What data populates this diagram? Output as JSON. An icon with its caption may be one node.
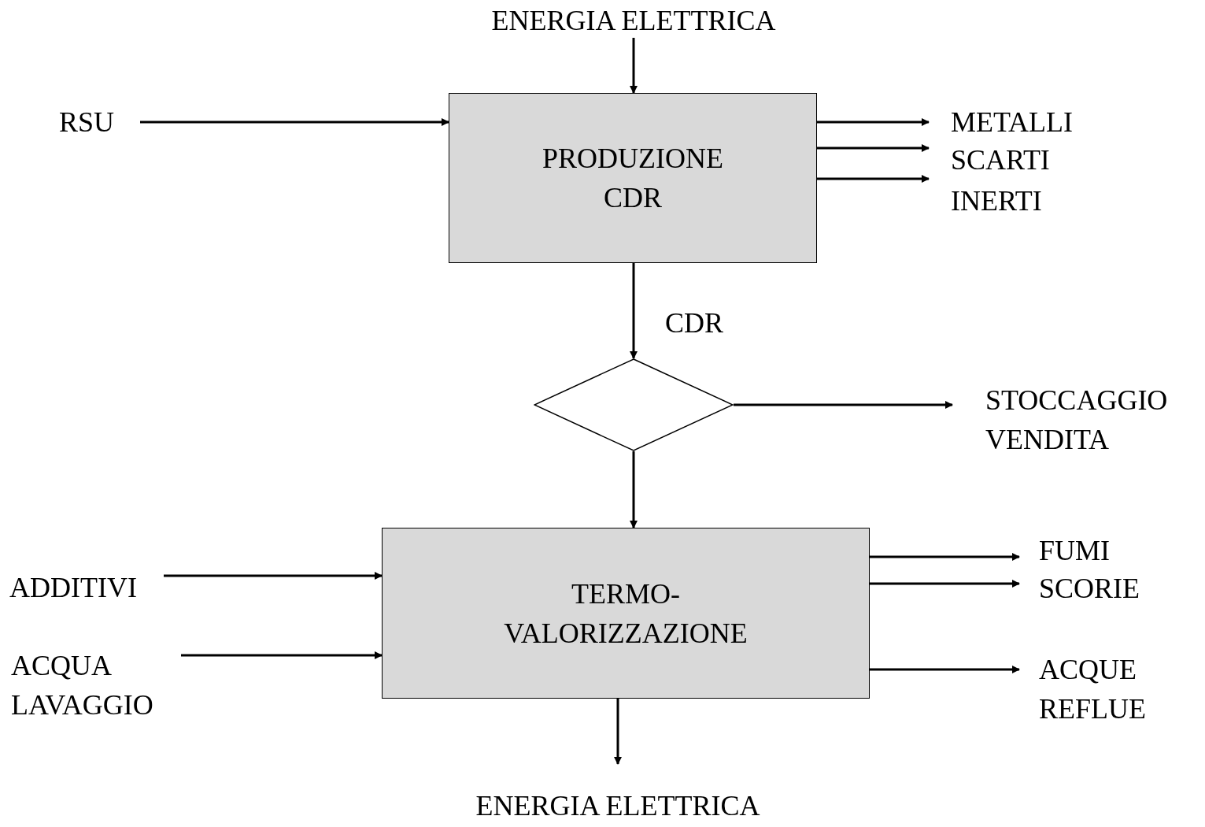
{
  "diagram": {
    "nodes": [
      {
        "text": [
          "ENERGIA ELETTRICA"
        ]
      },
      {
        "text": [
          "RSU"
        ]
      },
      {
        "text": [
          "PRODUZIONE CDR"
        ]
      },
      {
        "text": [
          "METALLI"
        ]
      },
      {
        "text": [
          "SCARTI"
        ]
      },
      {
        "text": [
          "INERTI"
        ]
      },
      {
        "text": [],
        "shape": "diamond"
      },
      {
        "text": [
          "STOCCAGGIO VENDITA"
        ]
      },
      {
        "text": [
          "TERMO- VALORIZZAZIONE"
        ]
      },
      {
        "text": [
          "ADDITIVI"
        ]
      },
      {
        "text": [
          "ACQUA LAVAGGIO"
        ]
      },
      {
        "text": [
          "FUMI"
        ]
      },
      {
        "text": [
          "SCORIE"
        ]
      },
      {
        "text": [
          "ACQUE REFLUE"
        ]
      },
      {
        "text": [
          "ENERGIA ELETTRICA"
        ]
      }
    ],
    "edges": [
      {
        "from": 0,
        "to": 2,
        "arrow": "to"
      },
      {
        "from": 1,
        "to": 2,
        "arrow": "to"
      },
      {
        "from": 2,
        "to": 3,
        "arrow": "to"
      },
      {
        "from": 2,
        "to": 4,
        "arrow": "to"
      },
      {
        "from": 2,
        "to": 5,
        "arrow": "to"
      },
      {
        "from": 2,
        "to": 6,
        "arrow": "to",
        "label": "CDR"
      },
      {
        "from": 6,
        "to": 7,
        "arrow": "to"
      },
      {
        "from": 6,
        "to": 8,
        "arrow": "to"
      },
      {
        "from": 9,
        "to": 8,
        "arrow": "to"
      },
      {
        "from": 10,
        "to": 8,
        "arrow": "to"
      },
      {
        "from": 8,
        "to": 11,
        "arrow": "to"
      },
      {
        "from": 8,
        "to": 12,
        "arrow": "to"
      },
      {
        "from": 8,
        "to": 13,
        "arrow": "to"
      },
      {
        "from": 8,
        "to": 14,
        "arrow": "to"
      }
    ]
  }
}
